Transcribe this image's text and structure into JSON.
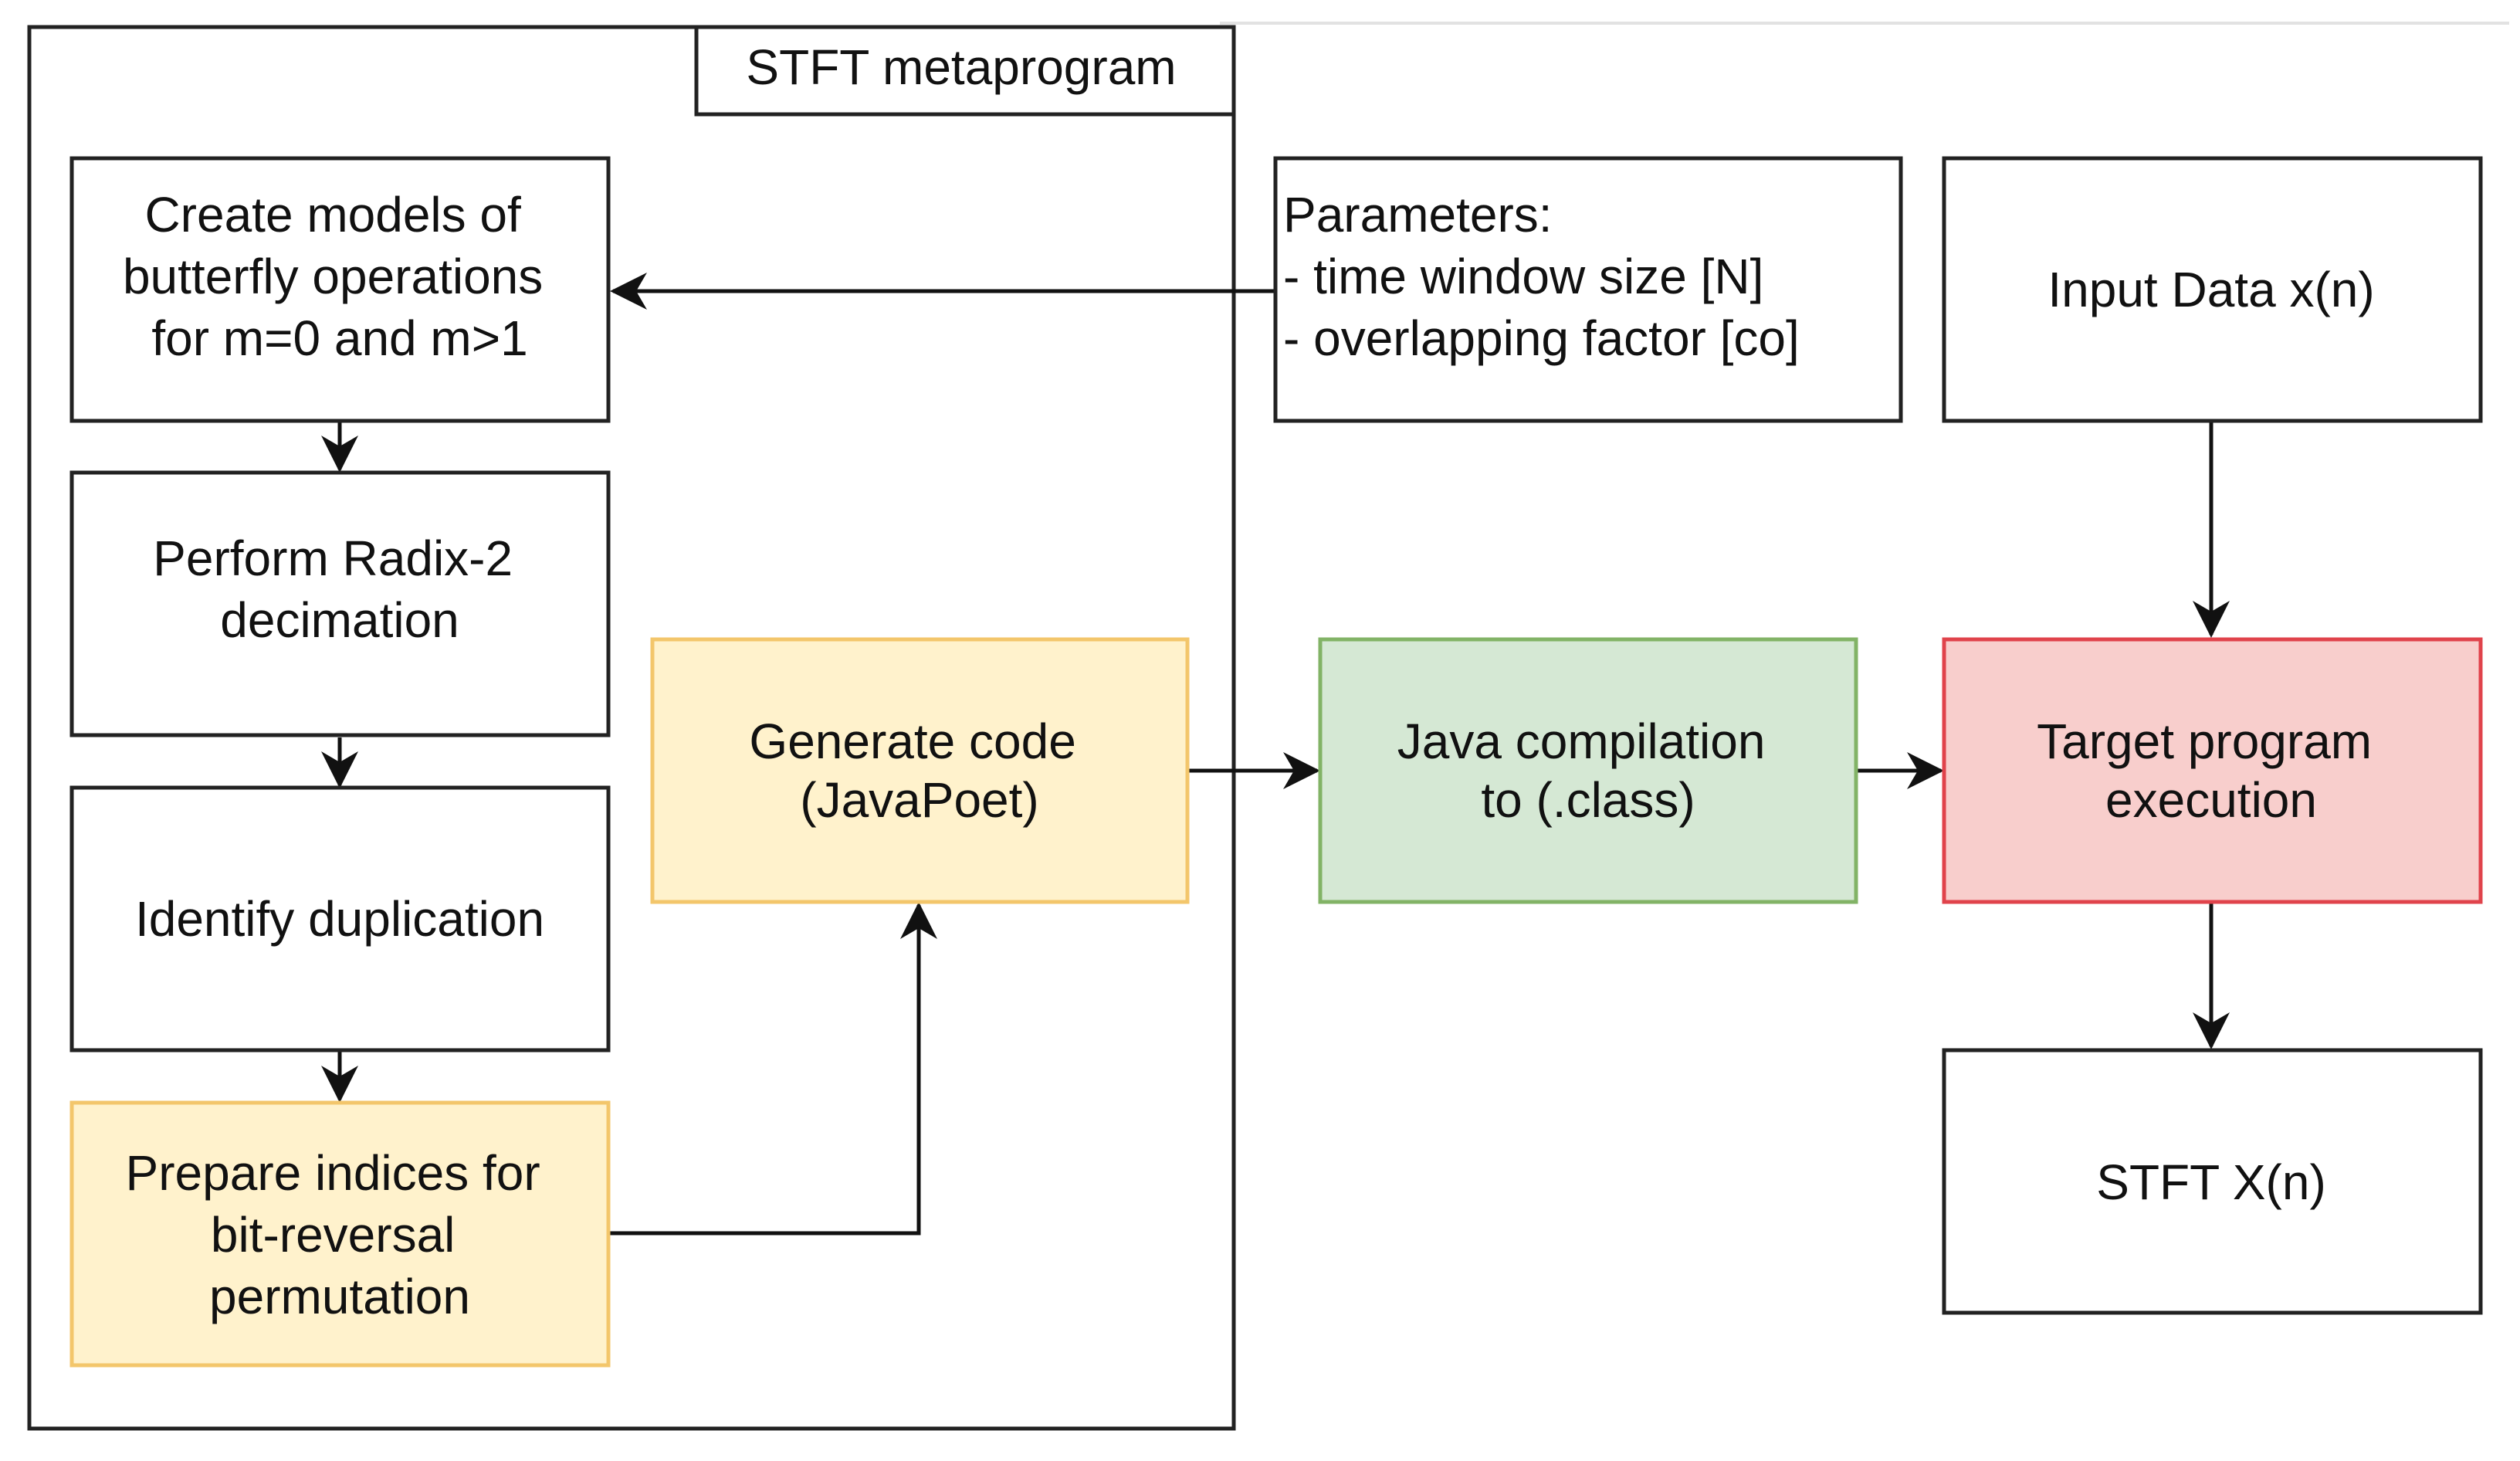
{
  "container": {
    "title": "STFT metaprogram"
  },
  "nodes": {
    "create_models": {
      "lines": [
        "Create models of",
        "butterfly operations",
        "for m=0 and m>1"
      ],
      "fill": "#ffffff",
      "stroke": "#222222"
    },
    "radix2": {
      "lines": [
        "Perform Radix-2",
        "decimation"
      ],
      "fill": "#ffffff",
      "stroke": "#222222"
    },
    "identify_dup": {
      "lines": [
        "Identify duplication"
      ],
      "fill": "#ffffff",
      "stroke": "#222222"
    },
    "prepare_indices": {
      "lines": [
        "Prepare indices for",
        "bit-reversal",
        "permutation"
      ],
      "fill": "#fff2cc",
      "stroke": "#f3c66b"
    },
    "generate_code": {
      "lines": [
        "Generate code",
        "(JavaPoet)"
      ],
      "fill": "#fff2cc",
      "stroke": "#f3c66b"
    },
    "parameters": {
      "lines": [
        "Parameters:",
        "- time window size [N]",
        "- overlapping factor [co]"
      ],
      "fill": "#ffffff",
      "stroke": "#222222"
    },
    "java_compile": {
      "lines": [
        "Java compilation",
        "to (.class)"
      ],
      "fill": "#d5e8d4",
      "stroke": "#82b366"
    },
    "input_data": {
      "lines": [
        "Input Data x(n)"
      ],
      "fill": "#ffffff",
      "stroke": "#222222"
    },
    "target_exec": {
      "lines": [
        "Target program",
        "execution"
      ],
      "fill": "#f8cecc",
      "stroke": "#e0434b"
    },
    "stft_out": {
      "lines": [
        "STFT X(n)"
      ],
      "fill": "#ffffff",
      "stroke": "#222222"
    }
  },
  "edges": [
    {
      "from": "parameters",
      "to": "create_models"
    },
    {
      "from": "create_models",
      "to": "radix2"
    },
    {
      "from": "radix2",
      "to": "identify_dup"
    },
    {
      "from": "identify_dup",
      "to": "prepare_indices"
    },
    {
      "from": "prepare_indices",
      "to": "generate_code"
    },
    {
      "from": "generate_code",
      "to": "java_compile"
    },
    {
      "from": "java_compile",
      "to": "target_exec"
    },
    {
      "from": "input_data",
      "to": "target_exec"
    },
    {
      "from": "target_exec",
      "to": "stft_out"
    }
  ]
}
